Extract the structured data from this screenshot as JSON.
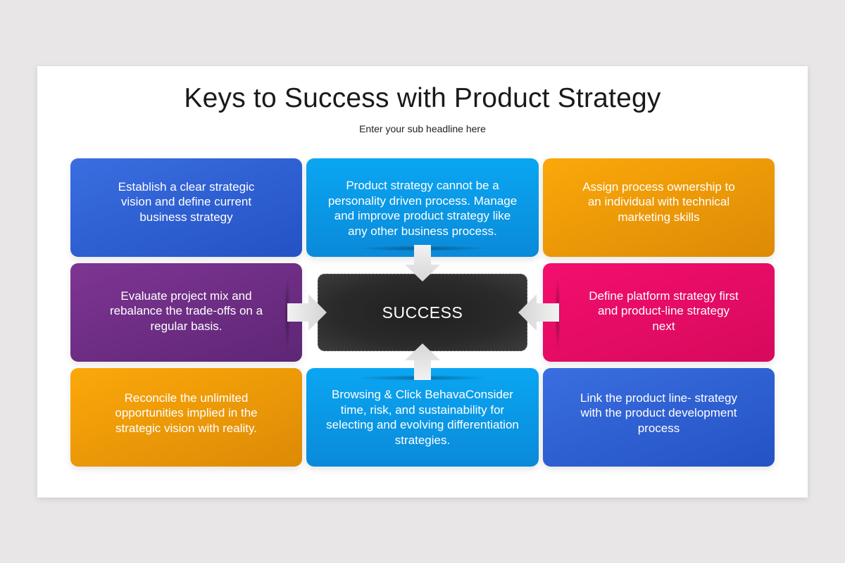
{
  "slide": {
    "title": "Keys to Success with Product Strategy",
    "subtitle": "Enter your sub headline here"
  },
  "center": {
    "label": "SUCCESS",
    "color": "#262626"
  },
  "boxes": [
    {
      "position": "top-left",
      "color": "#2f5fd6",
      "lines": [
        "Establish a clear strategic",
        "vision and define current",
        "business strategy"
      ]
    },
    {
      "position": "top-center",
      "color": "#0a9ae6",
      "lines": [
        "Product strategy cannot be a",
        "personality driven process. Manage",
        "and improve product strategy like",
        "any other business process."
      ]
    },
    {
      "position": "top-right",
      "color": "#f29d08",
      "lines": [
        "Assign process ownership to",
        "an individual with technical",
        "marketing skills"
      ]
    },
    {
      "position": "middle-left",
      "color": "#6e2d85",
      "lines": [
        "Evaluate project mix and",
        "rebalance the trade-offs on a",
        "regular basis."
      ]
    },
    {
      "position": "middle-right",
      "color": "#ea0c66",
      "lines": [
        "Define platform strategy first",
        "and product-line strategy",
        "next"
      ]
    },
    {
      "position": "bottom-left",
      "color": "#f29d08",
      "lines": [
        "Reconcile the unlimited",
        "opportunities implied in the",
        "strategic vision with reality."
      ]
    },
    {
      "position": "bottom-center",
      "color": "#0a9ae6",
      "lines": [
        "Browsing & Click BehavaConsider",
        "time, risk, and sustainability for",
        "selecting and evolving differentiation",
        "strategies."
      ]
    },
    {
      "position": "bottom-right",
      "color": "#2f5fd6",
      "lines": [
        "Link the product line- strategy",
        "with the product development",
        "process"
      ]
    }
  ],
  "arrows": [
    {
      "from": "top-center",
      "direction": "down"
    },
    {
      "from": "middle-left",
      "direction": "right"
    },
    {
      "from": "middle-right",
      "direction": "left"
    },
    {
      "from": "bottom-center",
      "direction": "up"
    }
  ]
}
